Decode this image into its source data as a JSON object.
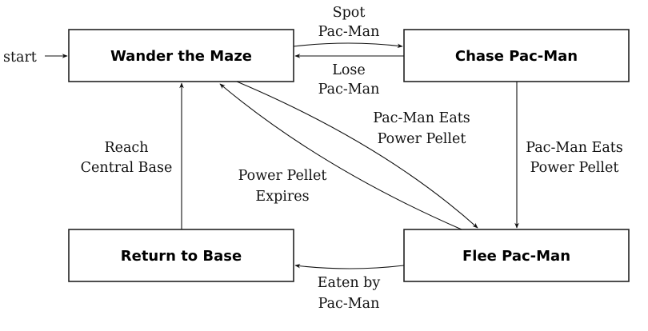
{
  "diagram": {
    "type": "state-machine",
    "start_label": "start",
    "states": [
      {
        "id": "wander",
        "label": "Wander the Maze",
        "initial": true
      },
      {
        "id": "chase",
        "label": "Chase Pac-Man"
      },
      {
        "id": "return",
        "label": "Return to Base"
      },
      {
        "id": "flee",
        "label": "Flee Pac-Man"
      }
    ],
    "transitions": [
      {
        "id": "spot",
        "from": "wander",
        "to": "chase",
        "label_lines": [
          "Spot",
          "Pac-Man"
        ]
      },
      {
        "id": "lose",
        "from": "chase",
        "to": "wander",
        "label_lines": [
          "Lose",
          "Pac-Man"
        ]
      },
      {
        "id": "wander-eats",
        "from": "wander",
        "to": "flee",
        "label_lines": [
          "Pac-Man Eats",
          "Power Pellet"
        ]
      },
      {
        "id": "chase-eats",
        "from": "chase",
        "to": "flee",
        "label_lines": [
          "Pac-Man Eats",
          "Power Pellet"
        ]
      },
      {
        "id": "expires",
        "from": "flee",
        "to": "wander",
        "label_lines": [
          "Power Pellet",
          "Expires"
        ]
      },
      {
        "id": "eaten",
        "from": "flee",
        "to": "return",
        "label_lines": [
          "Eaten by",
          "Pac-Man"
        ]
      },
      {
        "id": "reach",
        "from": "return",
        "to": "wander",
        "label_lines": [
          "Reach",
          "Central Base"
        ]
      }
    ]
  }
}
